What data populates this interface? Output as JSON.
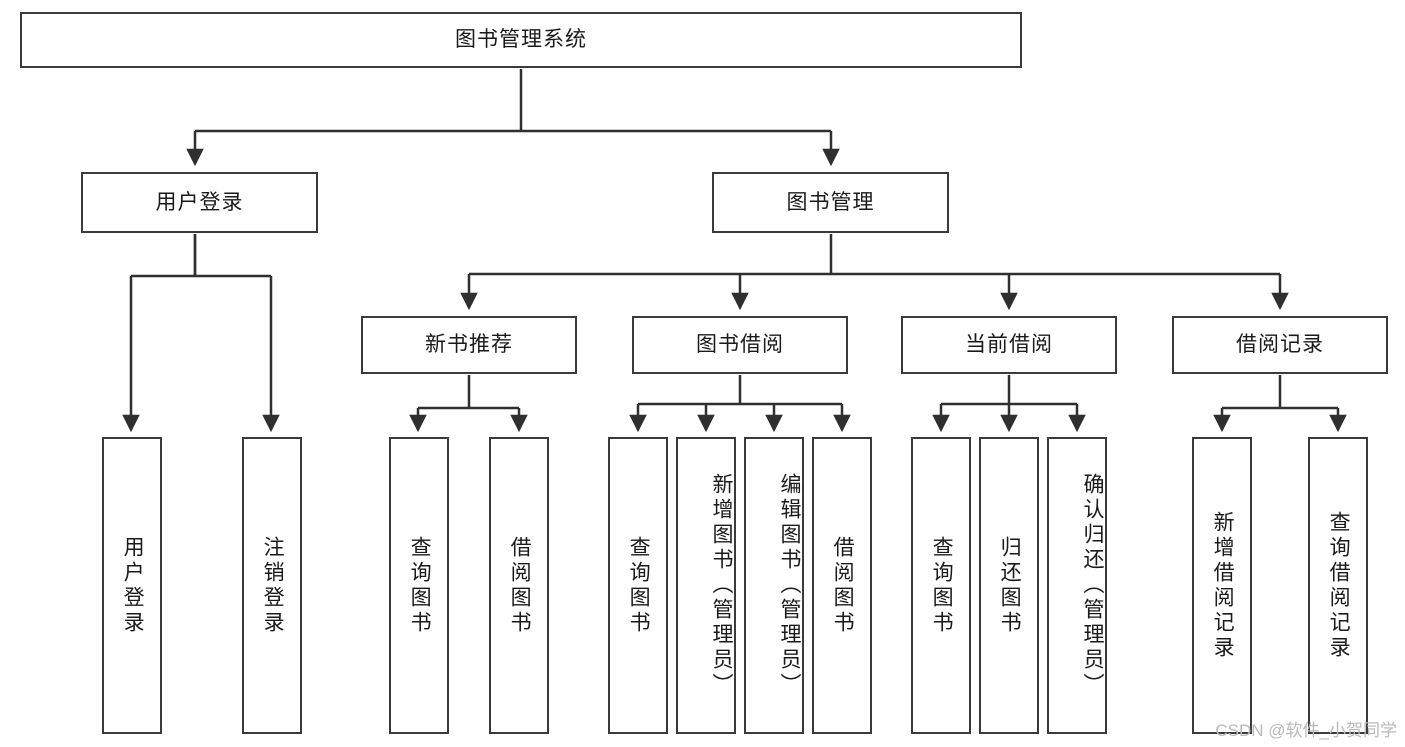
{
  "diagram": {
    "title": "图书管理系统",
    "type": "tree-hierarchy",
    "watermark": "CSDN @软件_小贺同学",
    "colors": {
      "box_border": "#3b3b3b",
      "box_fill": "#ffffff",
      "edge": "#2f2f2f",
      "text": "#1a1a1a",
      "watermark": "#b9b9b9",
      "background": "#ffffff"
    },
    "root": {
      "id": "root",
      "label": "图书管理系统",
      "orientation": "horizontal"
    },
    "level2": [
      {
        "id": "user-login",
        "label": "用户登录",
        "orientation": "horizontal"
      },
      {
        "id": "book-manage",
        "label": "图书管理",
        "orientation": "horizontal"
      }
    ],
    "level3": [
      {
        "id": "new-book-recommend",
        "label": "新书推荐",
        "orientation": "horizontal",
        "parent": "book-manage"
      },
      {
        "id": "book-borrow",
        "label": "图书借阅",
        "orientation": "horizontal",
        "parent": "book-manage"
      },
      {
        "id": "current-borrow",
        "label": "当前借阅",
        "orientation": "horizontal",
        "parent": "book-manage"
      },
      {
        "id": "borrow-record",
        "label": "借阅记录",
        "orientation": "horizontal",
        "parent": "book-manage"
      }
    ],
    "leaves": [
      {
        "id": "leaf-user-login",
        "label": "用户登录",
        "parent": "user-login",
        "orientation": "vertical"
      },
      {
        "id": "leaf-user-logout",
        "label": "注销登录",
        "parent": "user-login",
        "orientation": "vertical"
      },
      {
        "id": "leaf-query-book-1",
        "label": "查询图书",
        "parent": "new-book-recommend",
        "orientation": "vertical"
      },
      {
        "id": "leaf-borrow-book-1",
        "label": "借阅图书",
        "parent": "new-book-recommend",
        "orientation": "vertical"
      },
      {
        "id": "leaf-query-book-2",
        "label": "查询图书",
        "parent": "book-borrow",
        "orientation": "vertical"
      },
      {
        "id": "leaf-add-book",
        "label": "新增图书（管理员）",
        "parent": "book-borrow",
        "orientation": "vertical"
      },
      {
        "id": "leaf-edit-book",
        "label": "编辑图书（管理员）",
        "parent": "book-borrow",
        "orientation": "vertical"
      },
      {
        "id": "leaf-borrow-book-2",
        "label": "借阅图书",
        "parent": "book-borrow",
        "orientation": "vertical"
      },
      {
        "id": "leaf-query-book-3",
        "label": "查询图书",
        "parent": "current-borrow",
        "orientation": "vertical"
      },
      {
        "id": "leaf-return-book",
        "label": "归还图书",
        "parent": "current-borrow",
        "orientation": "vertical"
      },
      {
        "id": "leaf-confirm-return",
        "label": "确认归还（管理员）",
        "parent": "current-borrow",
        "orientation": "vertical"
      },
      {
        "id": "leaf-add-record",
        "label": "新增借阅记录",
        "parent": "borrow-record",
        "orientation": "vertical"
      },
      {
        "id": "leaf-query-record",
        "label": "查询借阅记录",
        "parent": "borrow-record",
        "orientation": "vertical"
      }
    ]
  }
}
